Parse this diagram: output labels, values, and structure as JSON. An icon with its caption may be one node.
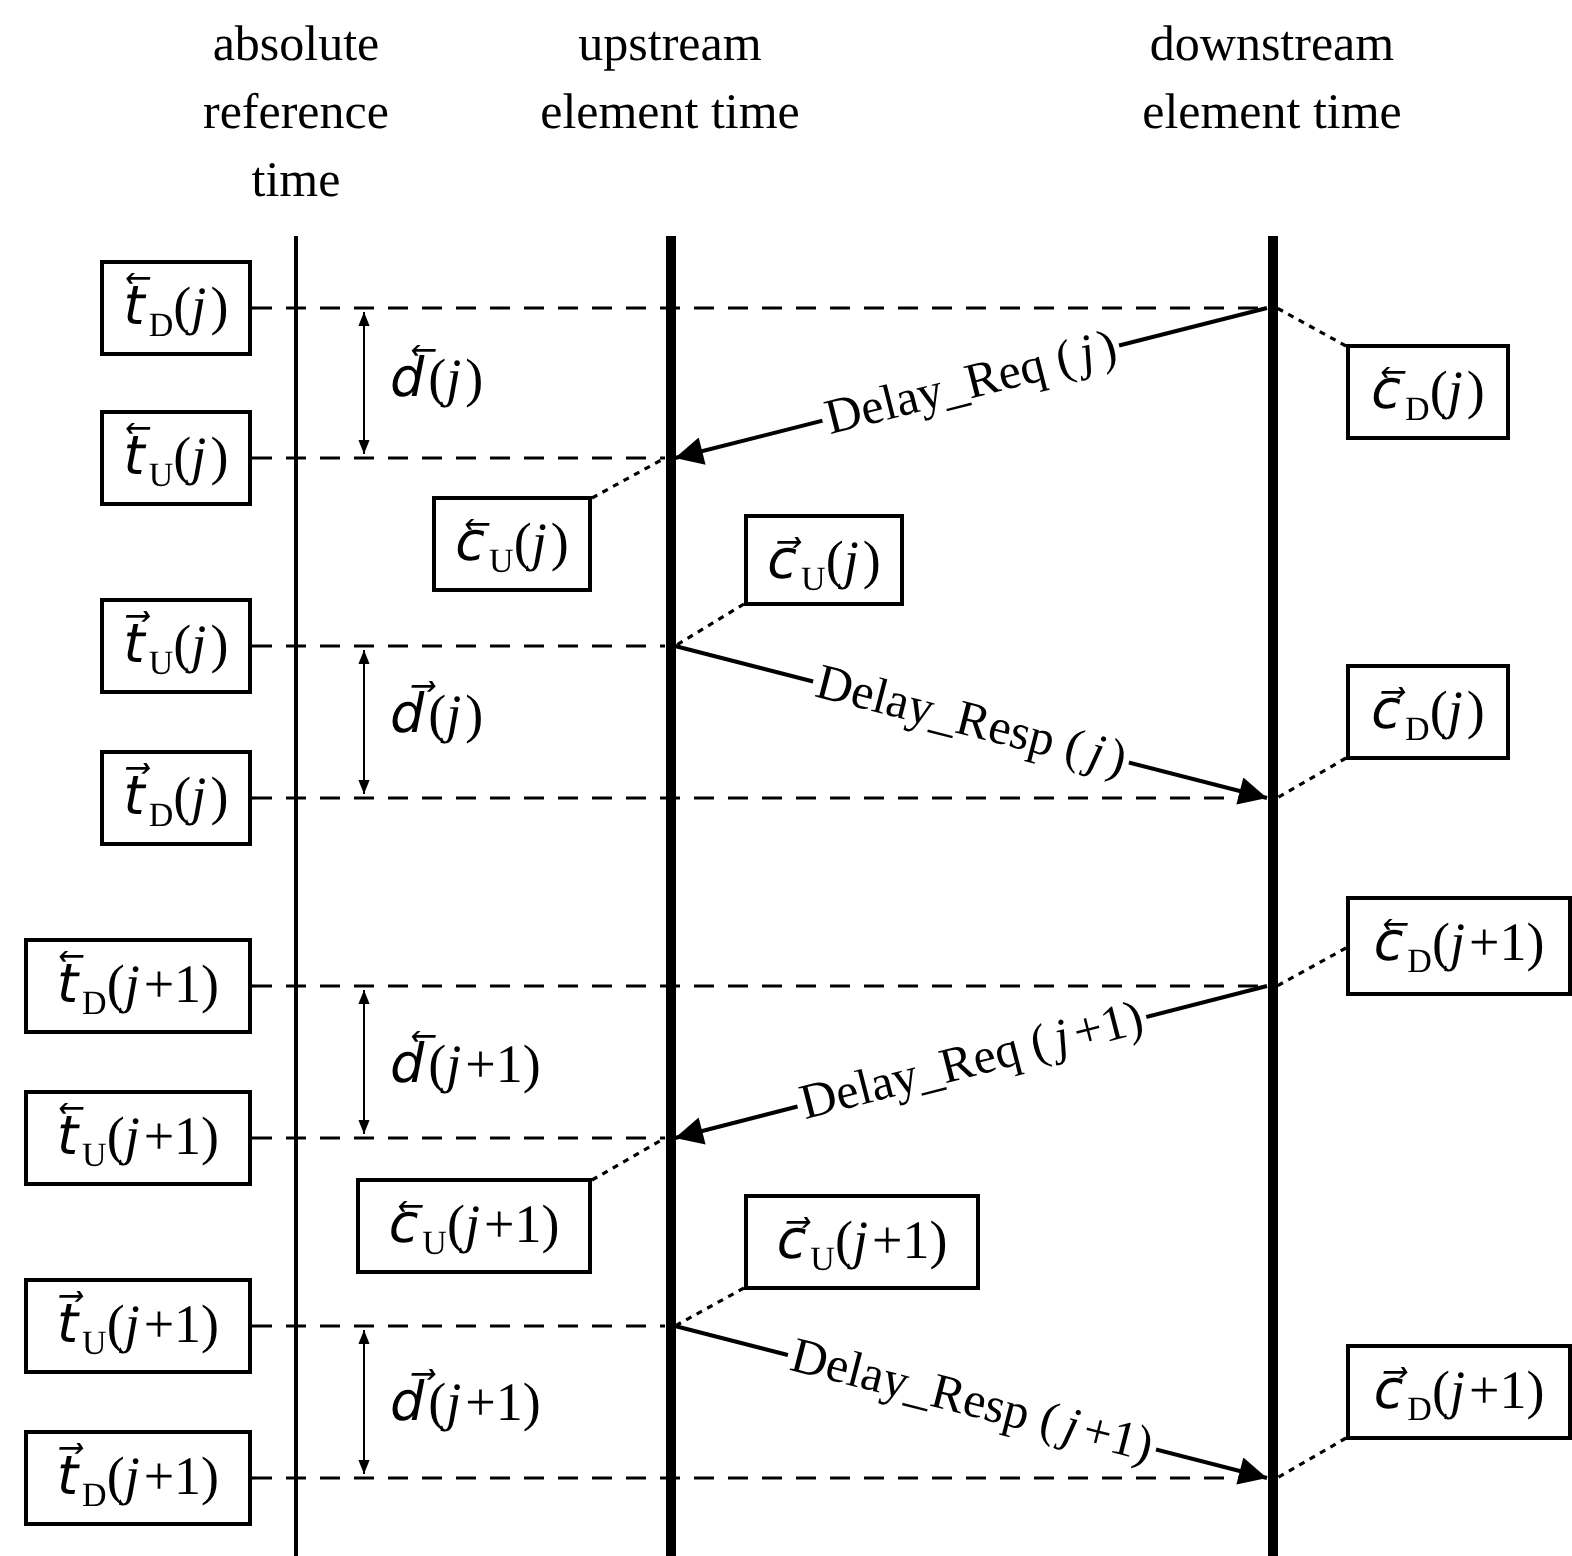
{
  "diagram": {
    "nodes": [
      {
        "text": [],
        "shape": "bar",
        "beside": [
          "absolute reference time"
        ]
      },
      {
        "text": [],
        "shape": "bar",
        "beside": [
          "upstream element time"
        ]
      },
      {
        "text": [],
        "shape": "bar",
        "beside": [
          "downstream element time"
        ]
      },
      {
        "text": [
          "*t⃖*$_{D}$(*j*)"
        ]
      },
      {
        "text": [
          "*c⃖*$_{D}$(*j*)"
        ]
      },
      {
        "text": [
          "*t⃖*$_{U}$(*j*)"
        ]
      },
      {
        "text": [
          "*c⃖*$_{U}$(*j*)"
        ]
      },
      {
        "text": [
          "*c⃗*$_{U}$(*j*)"
        ]
      },
      {
        "text": [
          "*t⃗*$_{U}$(*j*)"
        ]
      },
      {
        "text": [
          "*c⃗*$_{D}$(*j*)"
        ]
      },
      {
        "text": [
          "*t⃗*$_{D}$(*j*)"
        ]
      },
      {
        "text": [
          "*c⃖*$_{D}$(*j*+1)"
        ]
      },
      {
        "text": [
          "*t⃖*$_{D}$(*j*+1)"
        ]
      },
      {
        "text": [
          "*t⃖*$_{U}$(*j*+1)"
        ]
      },
      {
        "text": [
          "*c⃖*$_{U}$(*j*+1)"
        ]
      },
      {
        "text": [
          "*c⃗*$_{U}$(*j*+1)"
        ]
      },
      {
        "text": [
          "*t⃗*$_{U}$(*j*+1)"
        ]
      },
      {
        "text": [
          "*c⃗*$_{D}$(*j*+1)"
        ]
      },
      {
        "text": [
          "*t⃗*$_{D}$(*j*+1)"
        ]
      }
    ],
    "edges": [
      {
        "from": 3,
        "to": 2,
        "arrow": "none",
        "style": "dashed"
      },
      {
        "from": 4,
        "to": 2,
        "arrow": "none",
        "style": "dashed"
      },
      {
        "from": 2,
        "to": 1,
        "arrow": "to",
        "label": "Delay_Req (*j*)"
      },
      {
        "from": 5,
        "to": 1,
        "arrow": "none",
        "style": "dashed"
      },
      {
        "from": 6,
        "to": 1,
        "arrow": "none",
        "style": "dashed"
      },
      {
        "from": 7,
        "to": 1,
        "arrow": "none",
        "style": "dashed"
      },
      {
        "from": 8,
        "to": 1,
        "arrow": "none",
        "style": "dashed"
      },
      {
        "from": 1,
        "to": 2,
        "arrow": "to",
        "label": "Delay_Resp (*j*)"
      },
      {
        "from": 9,
        "to": 2,
        "arrow": "none",
        "style": "dashed"
      },
      {
        "from": 10,
        "to": 2,
        "arrow": "none",
        "style": "dashed"
      },
      {
        "from": 11,
        "to": 2,
        "arrow": "none",
        "style": "dashed"
      },
      {
        "from": 12,
        "to": 2,
        "arrow": "none",
        "style": "dashed"
      },
      {
        "from": 2,
        "to": 1,
        "arrow": "to",
        "label": "Delay_Req (*j*+1)"
      },
      {
        "from": 13,
        "to": 1,
        "arrow": "none",
        "style": "dashed"
      },
      {
        "from": 14,
        "to": 1,
        "arrow": "none",
        "style": "dashed"
      },
      {
        "from": 15,
        "to": 1,
        "arrow": "none",
        "style": "dashed"
      },
      {
        "from": 16,
        "to": 1,
        "arrow": "none",
        "style": "dashed"
      },
      {
        "from": 1,
        "to": 2,
        "arrow": "to",
        "label": "Delay_Resp (*j*+1)"
      },
      {
        "from": 17,
        "to": 2,
        "arrow": "none",
        "style": "dashed"
      },
      {
        "from": 18,
        "to": 2,
        "arrow": "none",
        "style": "dashed"
      }
    ],
    "labels": [
      "*d⃖*(*j*)",
      "*d⃗*(*j*)",
      "*d⃖*(*j*+1)",
      "*d⃗*(*j*+1)"
    ]
  }
}
